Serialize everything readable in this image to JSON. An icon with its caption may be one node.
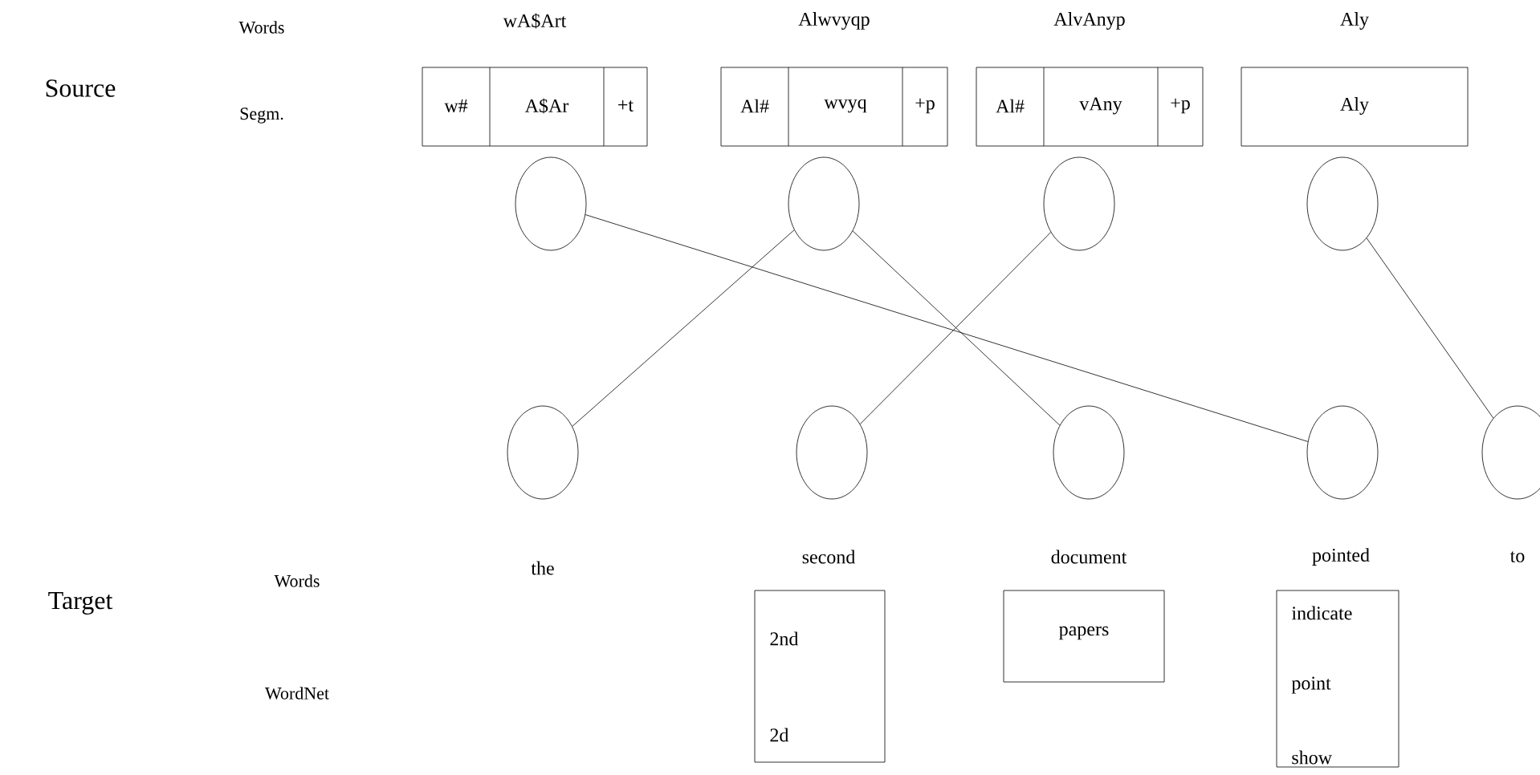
{
  "diagram": {
    "nodes": [
      {
        "text": [
          "w#",
          "A$Ar",
          "+t"
        ],
        "beside": [
          "wA$Art"
        ]
      },
      {
        "text": [
          "Al#",
          "wvyq",
          "+p"
        ],
        "beside": [
          "Alwvyqp"
        ]
      },
      {
        "text": [
          "Al#",
          "vAny",
          "+p"
        ],
        "beside": [
          "AlvAnyp"
        ]
      },
      {
        "text": [
          "Aly"
        ],
        "beside": [
          "Aly"
        ]
      },
      {
        "text": [],
        "shape": "circle"
      },
      {
        "text": [],
        "shape": "circle"
      },
      {
        "text": [],
        "shape": "circle"
      },
      {
        "text": [],
        "shape": "circle"
      },
      {
        "text": [],
        "shape": "circle"
      },
      {
        "text": [],
        "shape": "circle"
      },
      {
        "text": [],
        "shape": "circle"
      },
      {
        "text": [],
        "shape": "circle"
      },
      {
        "text": [],
        "shape": "circle"
      },
      {
        "text": [
          "2nd",
          "2d"
        ]
      },
      {
        "text": [
          "papers"
        ]
      },
      {
        "text": [
          "indicate",
          "point",
          "show"
        ]
      }
    ],
    "edges": [
      {
        "from": 4,
        "to": 11,
        "arrow": "none"
      },
      {
        "from": 5,
        "to": 8,
        "arrow": "none"
      },
      {
        "from": 5,
        "to": 10,
        "arrow": "none"
      },
      {
        "from": 6,
        "to": 9,
        "arrow": "none"
      },
      {
        "from": 7,
        "to": 12,
        "arrow": "none"
      }
    ],
    "labels": [
      "Source",
      "Words",
      "Segm.",
      "Target",
      "Words",
      "the",
      "second",
      "document",
      "pointed",
      "to",
      "WordNet"
    ]
  }
}
